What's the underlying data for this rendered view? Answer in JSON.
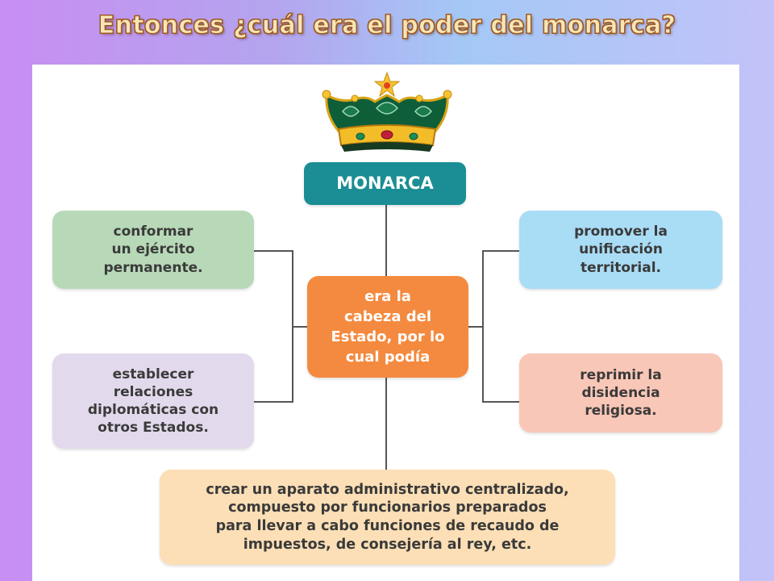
{
  "slide": {
    "title": "Entonces ¿cuál era el poder del monarca?"
  },
  "diagram": {
    "root": "MONARCA",
    "center": "era la\ncabeza del\nEstado, por lo\ncual podía",
    "nodes": {
      "army": "conformar\nun ejército\npermanente.",
      "diplomacy": "establecer\nrelaciones\ndiplomáticas con\notros Estados.",
      "unification": "promover la\nunificación\nterritorial.",
      "repression": "reprimir la\ndisidencia\nreligiosa.",
      "administration": "crear un aparato administrativo centralizado,\ncompuesto por funcionarios preparados\npara llevar a cabo funciones de recaudo de\nimpuestos, de consejería al rey, etc."
    },
    "colors": {
      "root": "#1a8e94",
      "center": "#f48a3f",
      "army": "#b8d9b8",
      "diplomacy": "#e3d9ec",
      "unification": "#a9dcf5",
      "repression": "#f9c7b7",
      "administration": "#fcdfb6",
      "connector": "#555555"
    },
    "icons": [
      "crown-icon"
    ]
  }
}
